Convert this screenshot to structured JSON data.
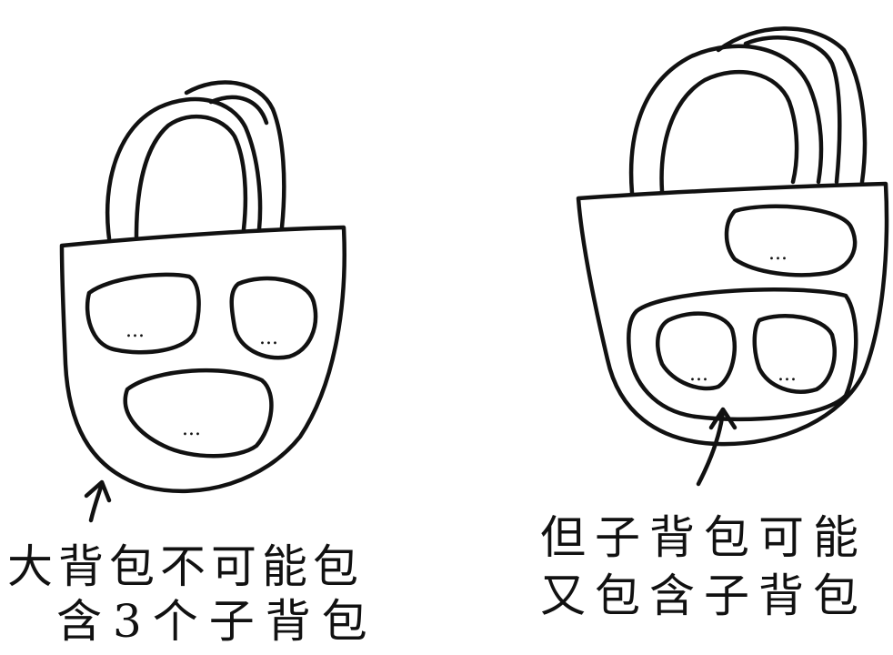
{
  "left_bag": {
    "caption_line_1": "大背包不可能包",
    "caption_line_2": "含3个子背包",
    "pocket_marks": [
      "...",
      "...",
      "..."
    ]
  },
  "right_bag": {
    "caption_line_1": "但子背包可能",
    "caption_line_2": "又包含子背包",
    "pocket_marks": [
      "...",
      "...",
      "..."
    ]
  },
  "colors": {
    "ink": "#111111",
    "paper": "#ffffff"
  }
}
